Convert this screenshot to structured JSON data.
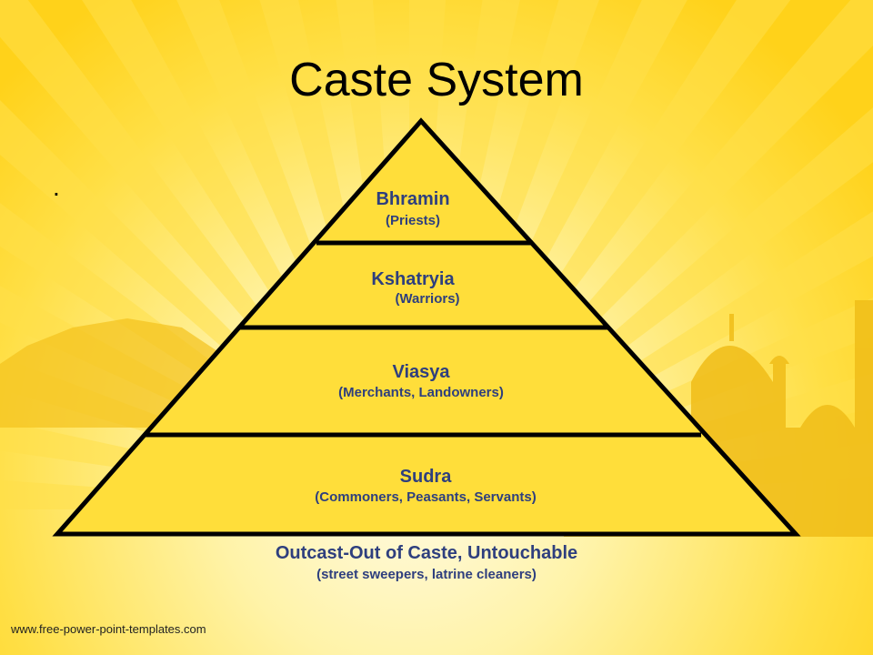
{
  "slide": {
    "title": "Caste System",
    "bullet": "."
  },
  "pyramid": {
    "tiers": [
      {
        "name": "Bhramin",
        "role": "(Priests)"
      },
      {
        "name": "Kshatryia",
        "role": "(Warriors)"
      },
      {
        "name": "Viasya",
        "role": "(Merchants, Landowners)"
      },
      {
        "name": "Sudra",
        "role": "(Commoners, Peasants, Servants)"
      }
    ],
    "outcast": {
      "name": "Outcast-Out of Caste, Untouchable",
      "role": "(street sweepers, latrine cleaners)"
    }
  },
  "footer": {
    "url": "www.free-power-point-templates.com"
  },
  "colors": {
    "background_center": "#fffbe0",
    "background_edge": "#ffd21a",
    "ray": "#ffe04a",
    "silhouette": "#f2c21a",
    "pyramid_fill": "#ffde3a",
    "pyramid_stroke": "#000000",
    "label_text": "#2e3f7e"
  }
}
